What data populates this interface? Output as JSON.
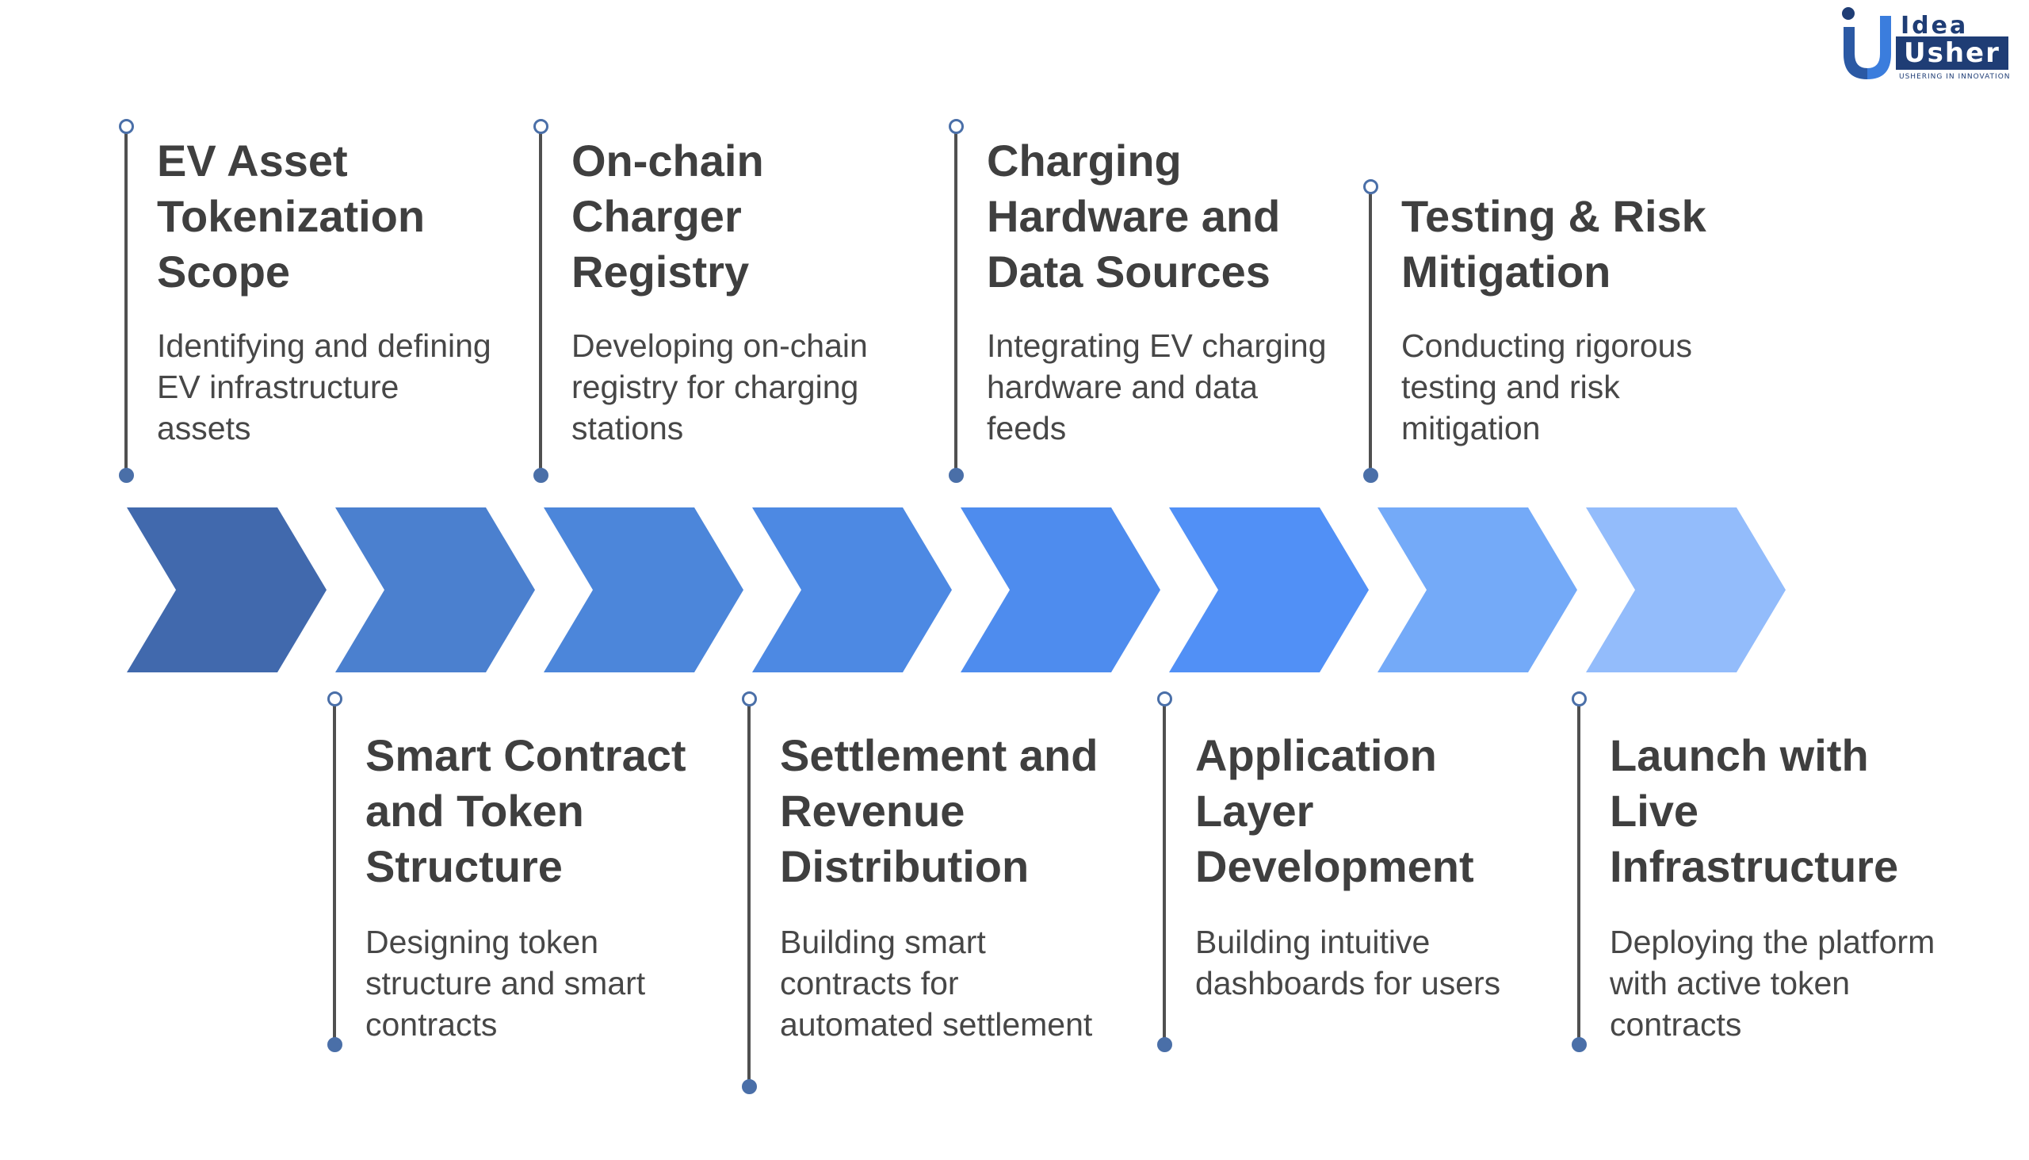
{
  "logo": {
    "word_top": "Idea",
    "word_bottom": "Usher",
    "tagline": "USHERING IN INNOVATION",
    "primary_color": "#1f3d75",
    "accent_color": "#3b7ddd"
  },
  "steps": [
    {
      "title": "EV Asset Tokenization Scope",
      "description": "Identifying and defining EV infrastructure assets"
    },
    {
      "title": "Smart Contract and Token Structure",
      "description": "Designing token structure and smart contracts"
    },
    {
      "title": "On-chain Charger Registry",
      "description": "Developing on-chain registry for charging stations"
    },
    {
      "title": "Settlement and Revenue Distribution",
      "description": "Building smart contracts for automated settlement"
    },
    {
      "title": "Charging Hardware and Data Sources",
      "description": "Integrating EV charging hardware and data feeds"
    },
    {
      "title": "Application Layer Development",
      "description": "Building intuitive dashboards for users"
    },
    {
      "title": "Testing & Risk Mitigation",
      "description": "Conducting rigorous testing and risk mitigation"
    },
    {
      "title": "Launch with Live Infrastructure",
      "description": "Deploying the platform with active token contracts"
    }
  ],
  "chevron_colors": [
    "#4169ad",
    "#4b80cf",
    "#4c86da",
    "#4d89e3",
    "#4e8cee",
    "#5190f6",
    "#74aaf8",
    "#93bcfb"
  ],
  "line_color": "#505050",
  "marker_color": "#4a6fa8"
}
